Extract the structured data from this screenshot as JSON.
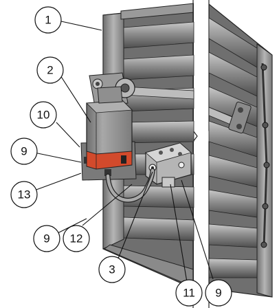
{
  "diagram": {
    "callouts": [
      {
        "id": "c1",
        "label": "1"
      },
      {
        "id": "c2",
        "label": "2"
      },
      {
        "id": "c10",
        "label": "10"
      },
      {
        "id": "c9a",
        "label": "9"
      },
      {
        "id": "c13",
        "label": "13"
      },
      {
        "id": "c9b",
        "label": "9"
      },
      {
        "id": "c12",
        "label": "12"
      },
      {
        "id": "c3",
        "label": "3"
      },
      {
        "id": "c11",
        "label": "11"
      },
      {
        "id": "c9c",
        "label": "9"
      }
    ],
    "colors": {
      "frame": "#8c8c8c",
      "blade": "#9a9a9a",
      "blade_dark": "#5f5f5f",
      "actuator": "#8e8e8e",
      "actuator_band": "#d24a2c",
      "outline": "#222222"
    }
  }
}
